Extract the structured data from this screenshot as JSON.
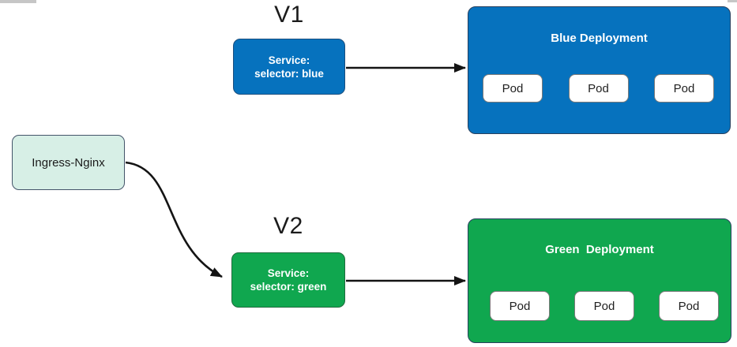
{
  "diagram": {
    "version_labels": {
      "v1": "V1",
      "v2": "V2"
    },
    "ingress": {
      "label": "Ingress-Nginx"
    },
    "blue_service": {
      "line1": "Service:",
      "line2": "selector: blue"
    },
    "green_service": {
      "line1": "Service:",
      "line2": "selector: green"
    },
    "blue_deployment": {
      "title": "Blue Deployment",
      "pods": [
        "Pod",
        "Pod",
        "Pod"
      ]
    },
    "green_deployment": {
      "title": "Green  Deployment",
      "pods": [
        "Pod",
        "Pod",
        "Pod"
      ]
    },
    "colors": {
      "blue": "#0672BE",
      "green": "#10A74F",
      "ingress_fill": "#D7EFE6",
      "ingress_border": "#44546A",
      "deployment_border": "#28405E",
      "pod_fill": "#FFFFFF",
      "pod_border": "#7A7A7A",
      "arrow": "#141414",
      "text_on_color": "#FFFFFF",
      "text_dark": "#1B1B1B"
    }
  }
}
